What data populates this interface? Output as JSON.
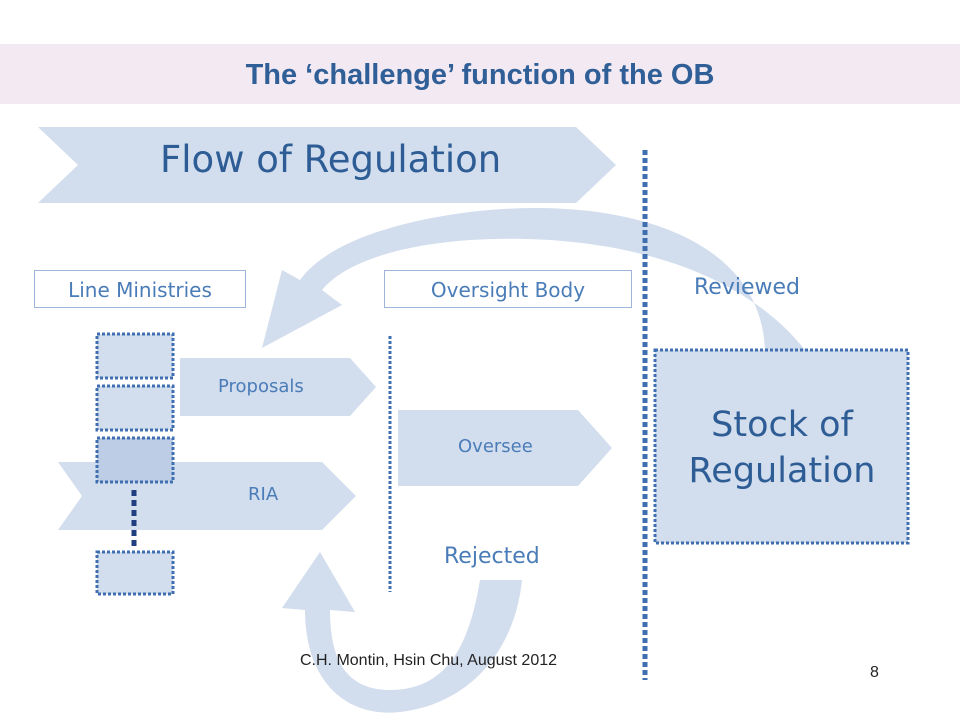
{
  "slide": {
    "title": "The ‘challenge’ function of the OB",
    "footer": "C.H. Montin, Hsin Chu, August 2012",
    "page_number": "8"
  },
  "diagram": {
    "flow_label": "Flow of Regulation",
    "line_ministries_label": "Line Ministries",
    "oversight_body_label": "Oversight Body",
    "reviewed_label": "Reviewed",
    "rejected_label": "Rejected",
    "proposals_label": "Proposals",
    "oversee_label": "Oversee",
    "ria_label": "RIA",
    "stock_label": "Stock of Regulation"
  },
  "colors": {
    "arrow_fill": "#d2dded",
    "accent_text": "#2e5d96",
    "dotted_line": "#3f6fb0",
    "title_band": "#f3e9f2"
  }
}
